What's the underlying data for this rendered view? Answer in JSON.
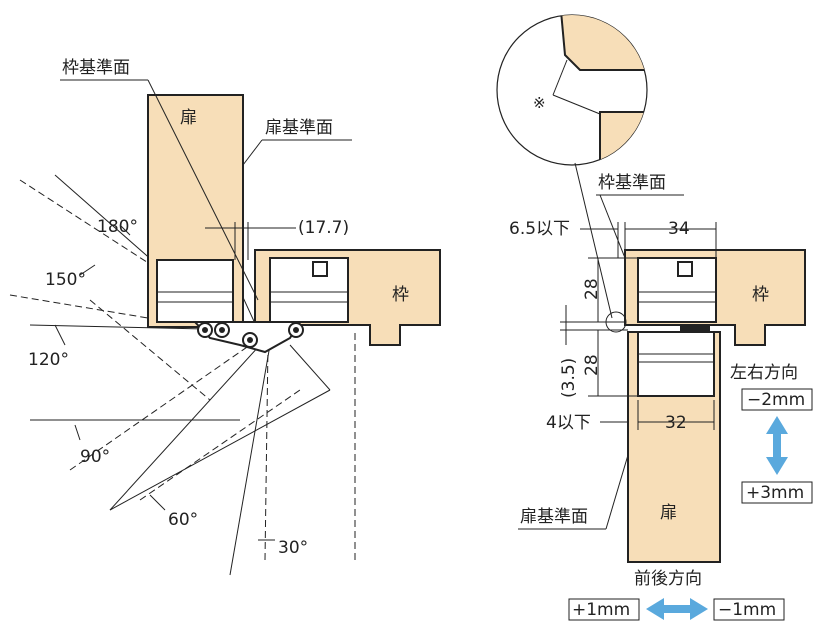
{
  "left_view": {
    "frame_ref_label": "枠基準面",
    "door_ref_label": "扉基準面",
    "door_label": "扉",
    "frame_label": "枠",
    "offset_label": "(17.7)",
    "angles": [
      "180°",
      "150°",
      "120°",
      "90°",
      "60°",
      "30°"
    ]
  },
  "right_view": {
    "note_mark": "※",
    "frame_ref_label": "枠基準面",
    "door_ref_label": "扉基準面",
    "frame_label": "枠",
    "door_label": "扉",
    "dim_gap_top": "6.5以下",
    "dim_gap_bottom": "4以下",
    "dim_width_top": "34",
    "dim_width_bottom": "32",
    "dim_height_top": "28",
    "dim_height_bottom": "28",
    "dim_offset": "(3.5)"
  },
  "adjustments": {
    "lateral_title": "左右方向",
    "lateral_minus": "−2mm",
    "lateral_plus": "+3mm",
    "depth_title": "前後方向",
    "depth_plus": "+1mm",
    "depth_minus": "−1mm",
    "arrow_color": "#5AA9DD"
  },
  "colors": {
    "wood": "#F7DEB8",
    "line": "#222222"
  }
}
